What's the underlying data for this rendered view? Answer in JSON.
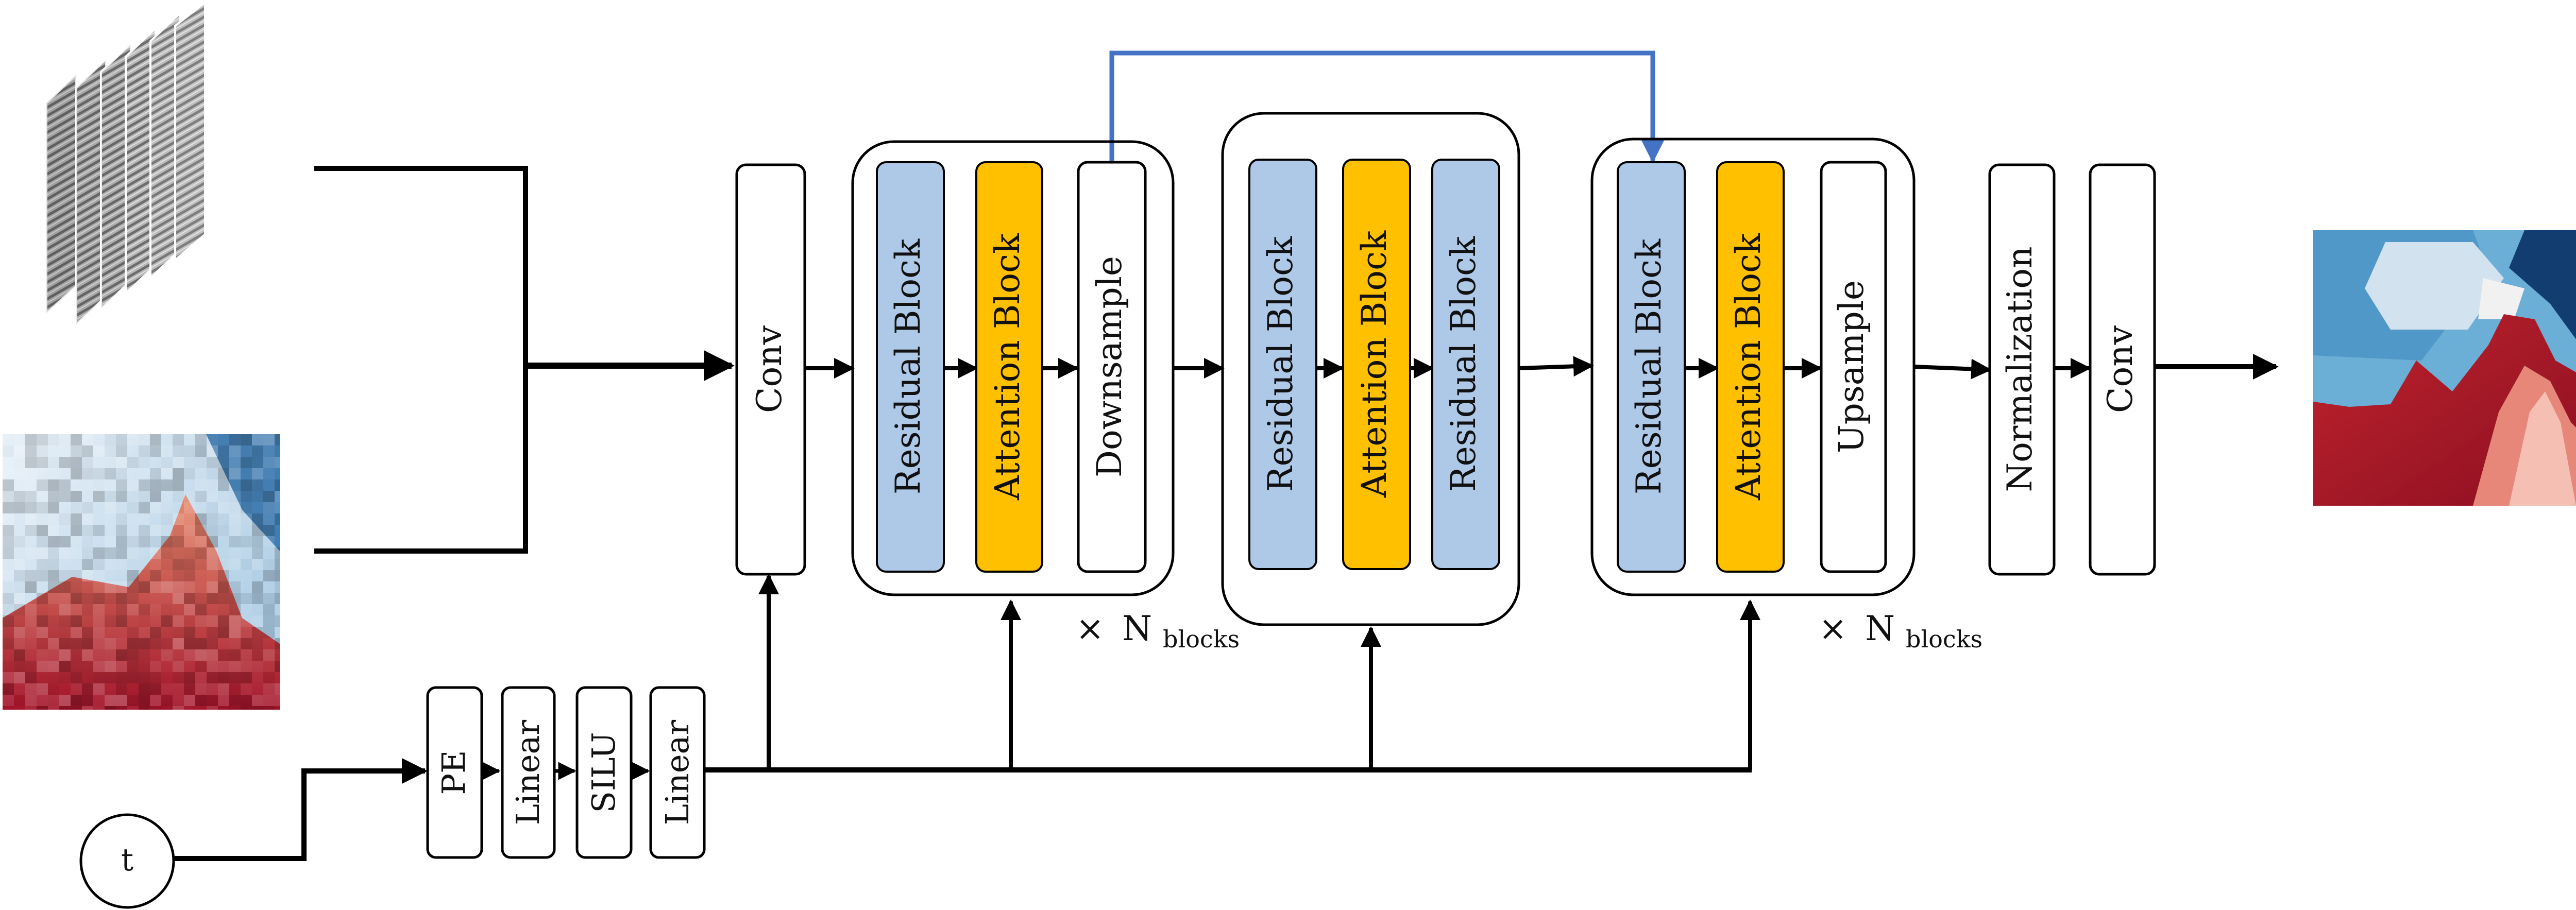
{
  "colors": {
    "stroke": "#000000",
    "residual_fill": "#aec8e8",
    "attention_fill": "#ffc000",
    "plain_fill": "#ffffff",
    "skip_arrow": "#4472c4"
  },
  "inputs": {
    "seismic_image": "seismic-traces-stack",
    "noisy_image": "noisy-velocity-map",
    "time_label": "t"
  },
  "embedding": {
    "pe": "PE",
    "linear1": "Linear",
    "silu": "SILU",
    "linear2": "Linear"
  },
  "main": {
    "conv_in": "Conv",
    "down": {
      "residual": "Residual Block",
      "attention": "Attention Block",
      "downsample": "Downsample",
      "repeat_x": "×",
      "repeat_n": "N",
      "repeat_sub": "blocks"
    },
    "mid": {
      "residual1": "Residual Block",
      "attention": "Attention Block",
      "residual2": "Residual Block"
    },
    "up": {
      "residual": "Residual Block",
      "attention": "Attention Block",
      "upsample": "Upsample",
      "repeat_x": "×",
      "repeat_n": "N",
      "repeat_sub": "blocks"
    },
    "normalization": "Normalization",
    "conv_out": "Conv"
  },
  "output": {
    "image": "predicted-velocity-map"
  }
}
